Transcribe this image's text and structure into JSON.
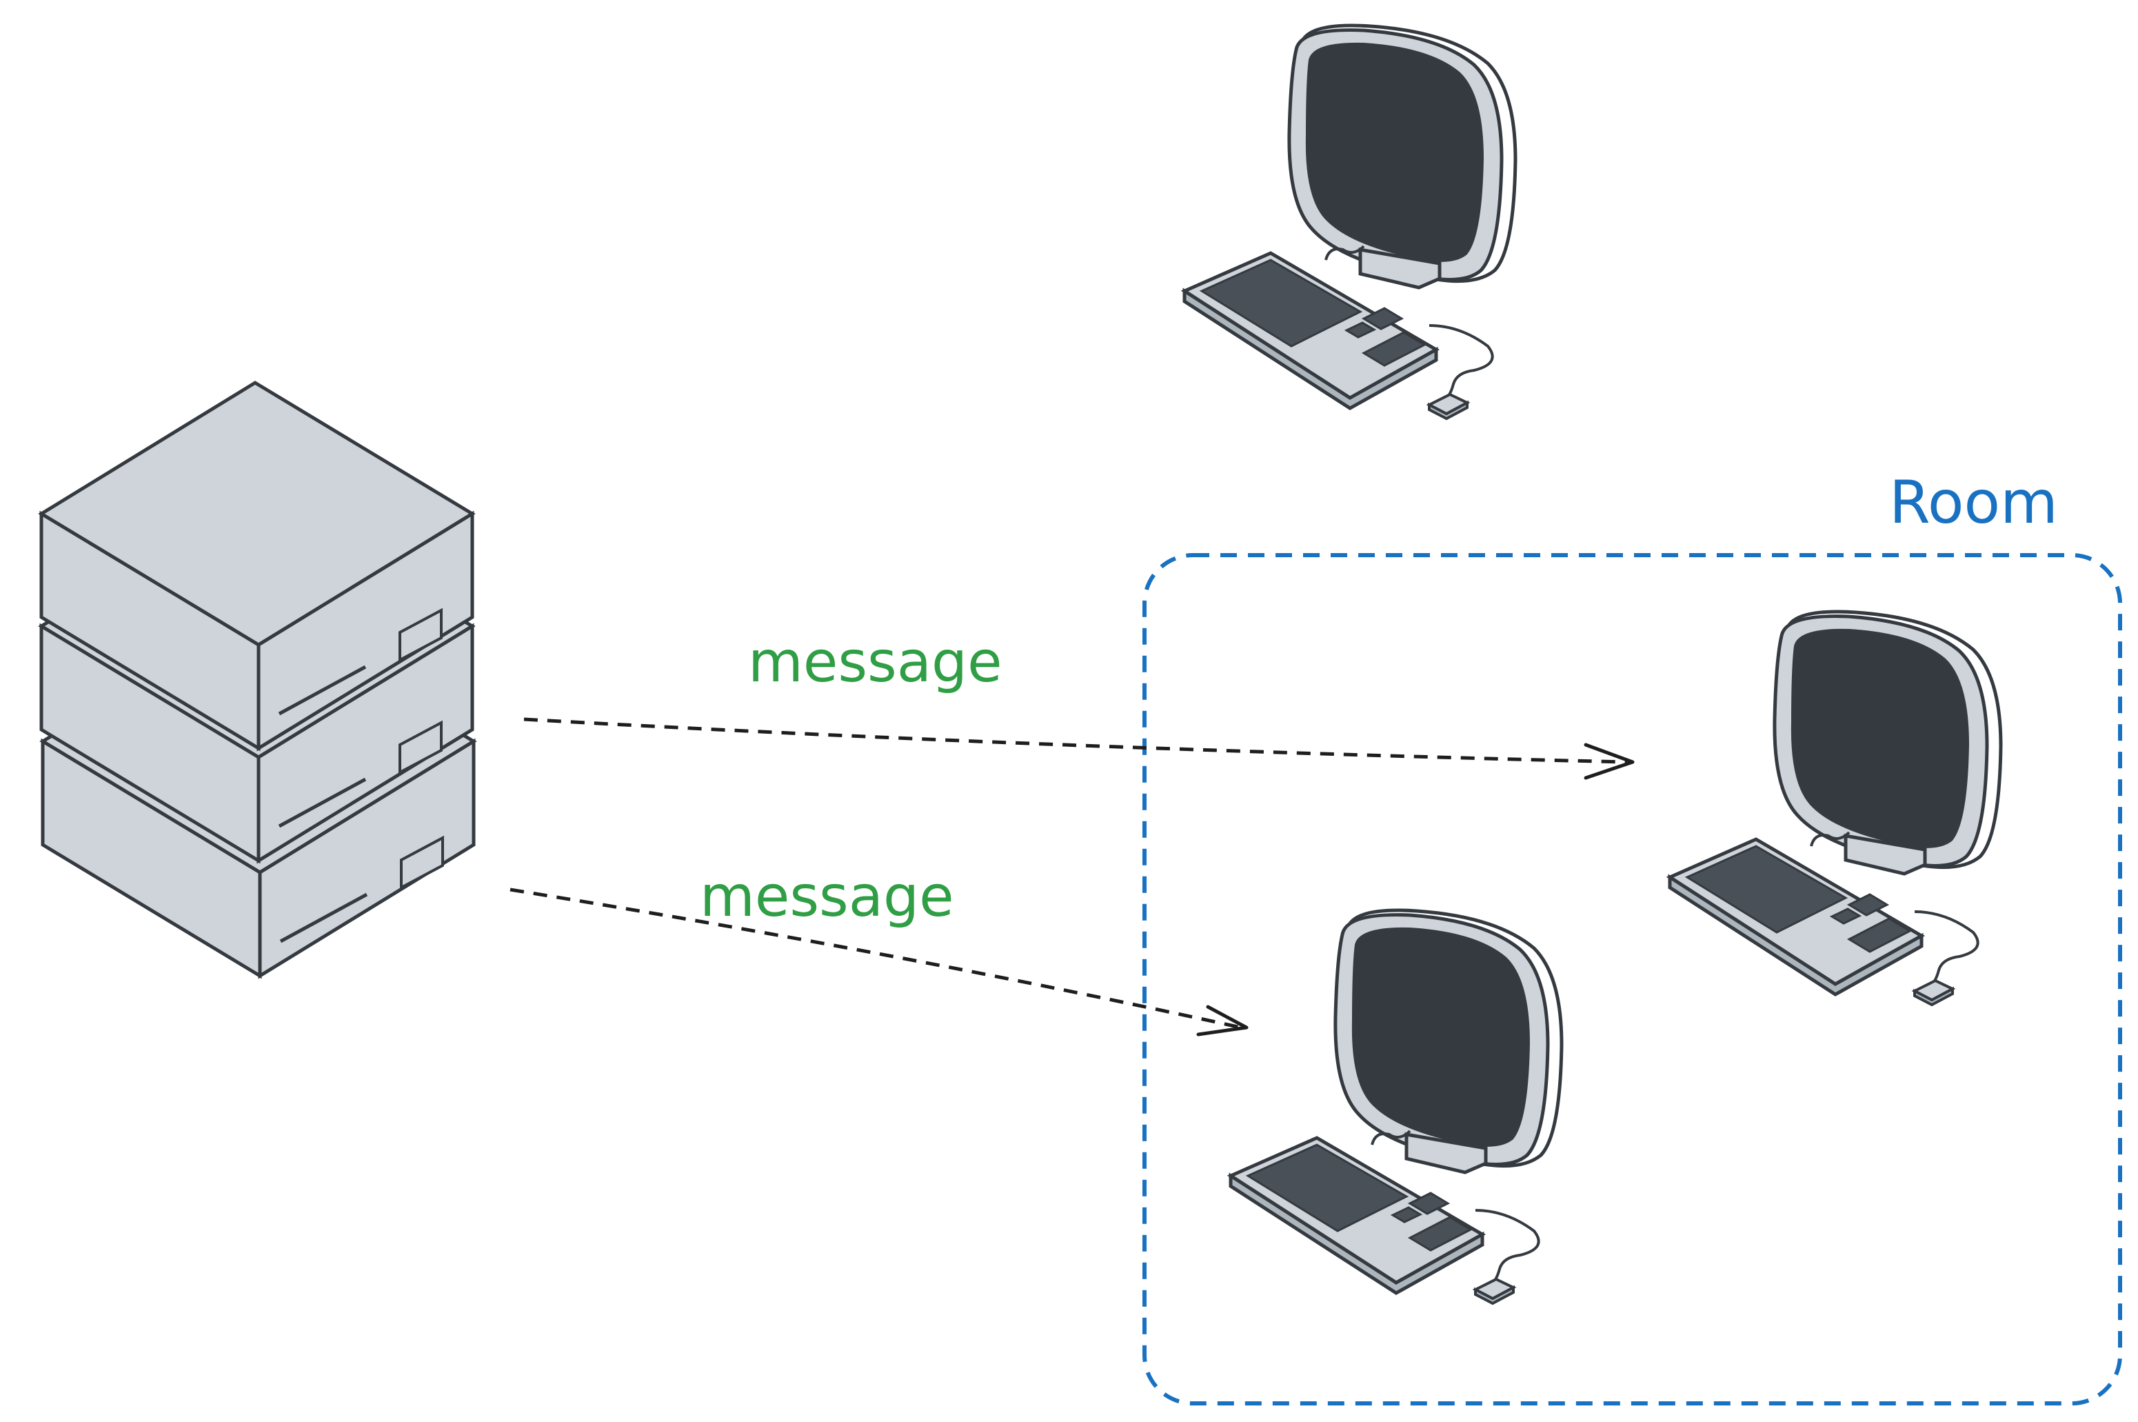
{
  "diagram": {
    "room_label": "Room",
    "messages": [
      {
        "label": "message"
      },
      {
        "label": "message"
      }
    ],
    "colors": {
      "message_text": "#2f9e44",
      "room_text": "#1971c2",
      "room_border": "#1971c2",
      "arrow": "#1e1e1e",
      "device_body": "#ced4da",
      "device_stroke": "#343a40",
      "screen": "#343a40",
      "keyboard_keys": "#495057"
    },
    "nodes": [
      {
        "name": "server",
        "icon": "server-stack-icon"
      },
      {
        "name": "computer-outside-room",
        "icon": "desktop-computer-icon"
      },
      {
        "name": "computer-room-top",
        "icon": "desktop-computer-icon"
      },
      {
        "name": "computer-room-bottom",
        "icon": "desktop-computer-icon"
      }
    ]
  }
}
